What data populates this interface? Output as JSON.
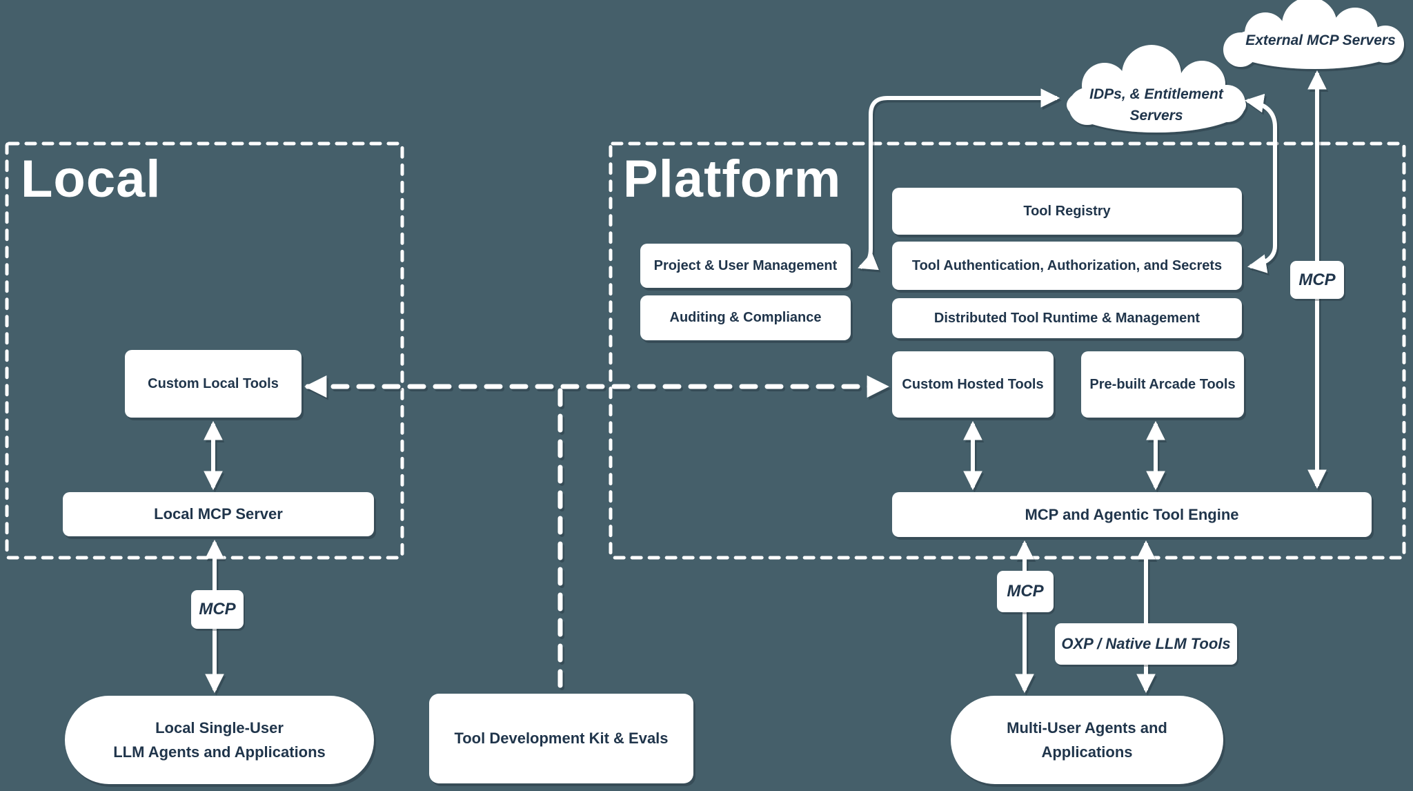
{
  "colors": {
    "background": "#455f6a",
    "ink": "#20354b",
    "line": "#ffffff"
  },
  "regions": {
    "local": {
      "title": "Local"
    },
    "platform": {
      "title": "Platform"
    }
  },
  "clouds": {
    "external": {
      "label": "External MCP Servers"
    },
    "idps": {
      "label": "IDPs, & Entitlement Servers"
    }
  },
  "local": {
    "custom_local_tools": "Custom Local Tools",
    "local_mcp_server": "Local MCP Server",
    "mcp_label": "MCP",
    "agents_pill": {
      "line1": "Local Single-User",
      "line2": "LLM Agents and Applications"
    }
  },
  "platform": {
    "project_user_management": "Project & User Management",
    "auditing_compliance": "Auditing & Compliance",
    "tool_registry": "Tool Registry",
    "tool_auth": "Tool Authentication, Authorization, and Secrets",
    "distributed_runtime": "Distributed Tool Runtime & Management",
    "custom_hosted_tools": "Custom Hosted Tools",
    "prebuilt_arcade_tools": "Pre-built Arcade Tools",
    "engine": "MCP and Agentic Tool Engine",
    "mcp_right_label": "MCP",
    "mcp_bottom_label": "MCP",
    "oxp_label": "OXP / Native LLM Tools"
  },
  "tdk": {
    "label": "Tool Development Kit & Evals"
  },
  "multi_pill": {
    "line1": "Multi-User Agents and",
    "line2": "Applications"
  }
}
